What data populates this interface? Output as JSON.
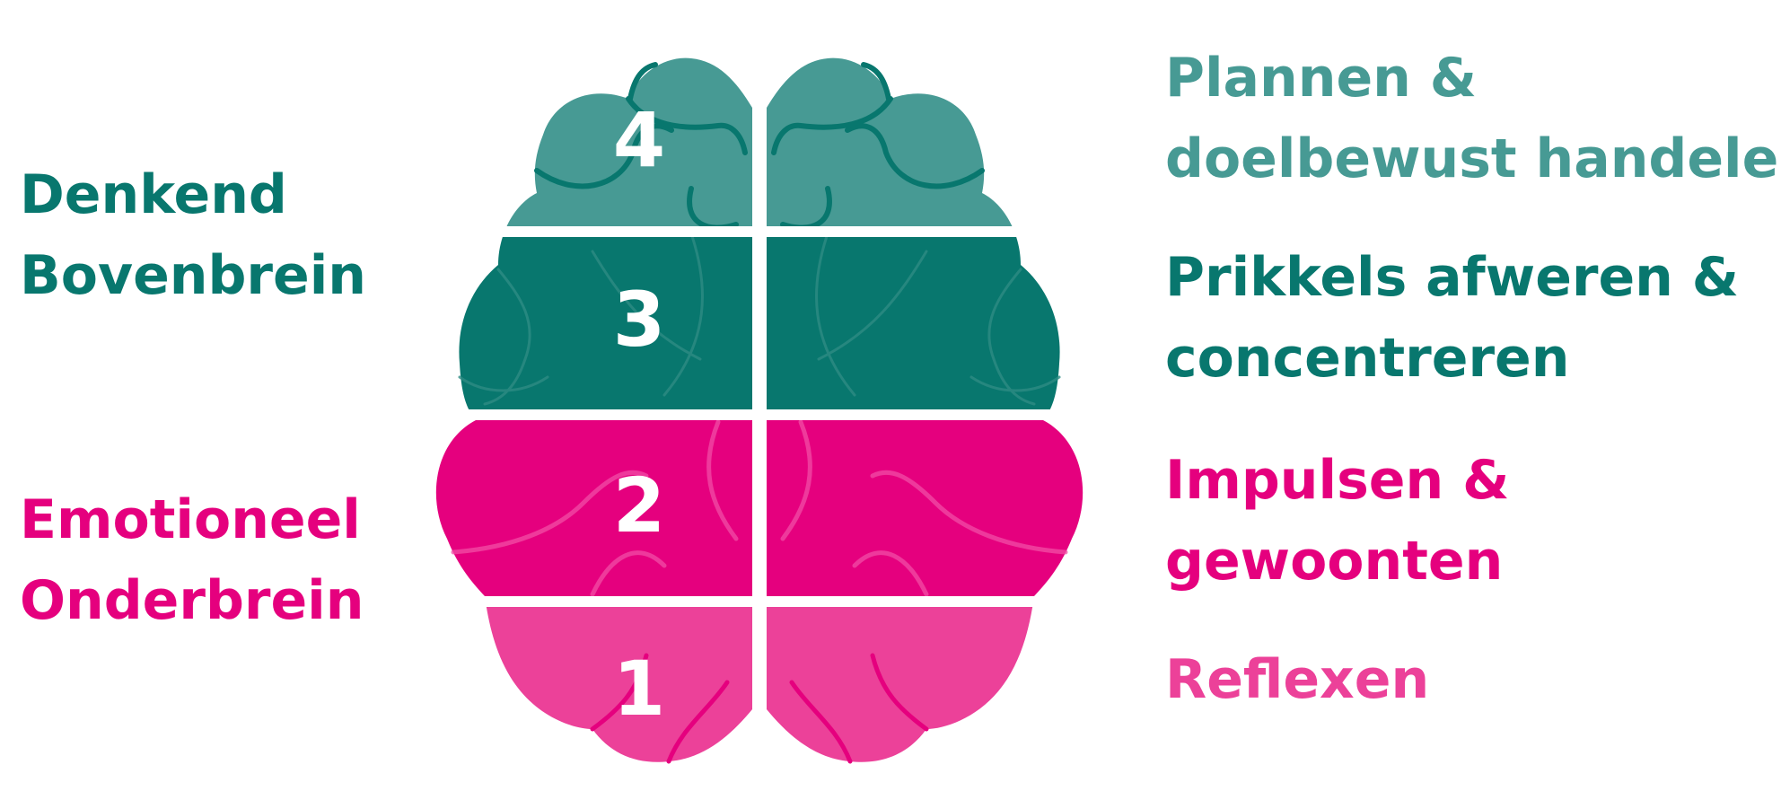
{
  "left_labels": {
    "upper": {
      "line1": "Denkend",
      "line2": "Bovenbrein"
    },
    "lower": {
      "line1": "Emotioneel",
      "line2": "Onderbrein"
    }
  },
  "levels": [
    {
      "number": "4",
      "lines": [
        "Plannen &",
        "doelbewust handelen"
      ]
    },
    {
      "number": "3",
      "lines": [
        "Prikkels afweren &",
        "concentreren"
      ]
    },
    {
      "number": "2",
      "lines": [
        "Impulsen &",
        "gewoonten"
      ]
    },
    {
      "number": "1",
      "lines": [
        "Reflexen"
      ]
    }
  ],
  "colors": {
    "level4": "#479A94",
    "level3": "#08776E",
    "level2": "#E5007E",
    "level1": "#EC4199",
    "level4_text": "#479A94",
    "level3_text": "#08776E",
    "level2_text": "#E5007E",
    "level1_text": "#EC4199",
    "upper_label": "#08776E",
    "lower_label": "#E5007E",
    "sulcus_top": "#08776E",
    "sulcus_mid": "#2E8C84",
    "sulcus_low": "#F24DA6",
    "sulcus_bottom": "#E5007E"
  },
  "icons": {
    "brain": "brain-icon"
  }
}
